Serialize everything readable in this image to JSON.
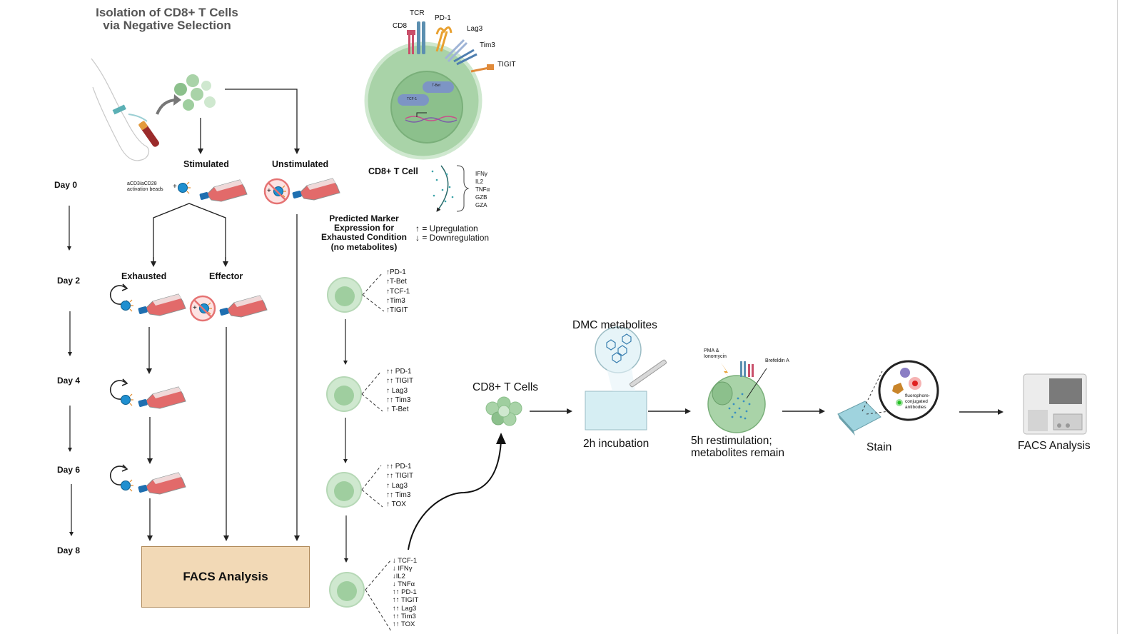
{
  "title_line1": "Isolation of CD8+ T Cells",
  "title_line2": "via Negative Selection",
  "labels": {
    "stimulated": "Stimulated",
    "unstimulated": "Unstimulated",
    "exhausted": "Exhausted",
    "effector": "Effector",
    "beads_line1": "aCD3/aCD28",
    "beads_line2": "activation beads",
    "facs_box": "FACS Analysis"
  },
  "days": [
    "Day 0",
    "Day 2",
    "Day 4",
    "Day 6",
    "Day 8"
  ],
  "cell": {
    "name": "CD8+ T Cell",
    "receptors": [
      "CD8",
      "TCR",
      "PD-1",
      "Lag3",
      "Tim3",
      "TIGIT"
    ],
    "nuclear": [
      "T-Bet",
      "TCF-1"
    ],
    "cytokines": [
      "IFNγ",
      "IL2",
      "TNFα",
      "GZB",
      "GZA"
    ]
  },
  "legend": {
    "heading": [
      "Predicted Marker",
      "Expression for",
      "Exhausted Condition",
      "(no metabolites)"
    ],
    "up": "↑ = Upregulation",
    "down": "↓ = Downregulation"
  },
  "marker_groups": [
    [
      "↑PD-1",
      "↑T-Bet",
      "↑TCF-1",
      "↑Tim3",
      "↑TIGIT"
    ],
    [
      "↑↑ PD-1",
      "↑↑ TIGIT",
      "↑ Lag3",
      "↑↑ Tim3",
      "↑ T-Bet"
    ],
    [
      "↑↑ PD-1",
      "↑↑ TIGIT",
      "↑ Lag3",
      "↑↑ Tim3",
      "↑ TOX"
    ],
    [
      "↓ TCF-1",
      "↓ IFNγ",
      "↓IL2",
      "↓ TNFα",
      "↑↑ PD-1",
      "↑↑ TIGIT",
      "↑↑ Lag3",
      "↑↑ Tim3",
      "↑↑ TOX"
    ]
  ],
  "workflow": {
    "cells": "CD8+ T Cells",
    "metabolites": "DMC metabolites",
    "incubation": "2h incubation",
    "pma_line1": "PMA &",
    "pma_line2": "Ionomycin",
    "brefeldin": "Brefeldin A",
    "restim_line1": "5h restimulation;",
    "restim_line2": "metabolites remain",
    "stain": "Stain",
    "antibody_line1": "fluorophore-",
    "antibody_line2": "conjugated",
    "antibody_line3": "antibodies",
    "facs": "FACS Analysis"
  },
  "colors": {
    "cell_fill": "#a9d3a8",
    "cell_inner": "#8cc08c",
    "flask": "#e26a6a",
    "bead": "#1f8fd0",
    "facs_box": "#f2d9b6",
    "arrow": "#222222"
  }
}
